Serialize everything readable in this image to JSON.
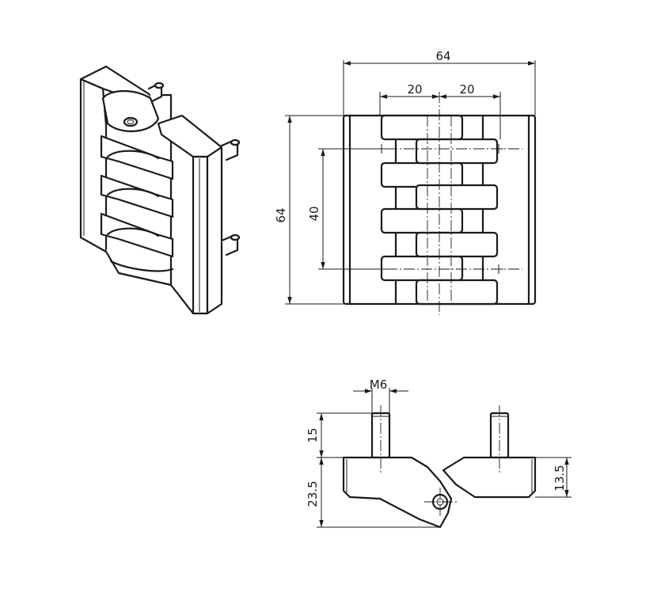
{
  "dimensions": {
    "overall_width": "64",
    "left_pitch": "20",
    "right_pitch": "20",
    "overall_height": "64",
    "hole_spacing": "40",
    "thread": "M6",
    "stud_length": "15",
    "body_height": "23.5",
    "leaf_height": "13.5"
  },
  "colors": {
    "line": "#1a1a1a",
    "background": "#ffffff"
  }
}
